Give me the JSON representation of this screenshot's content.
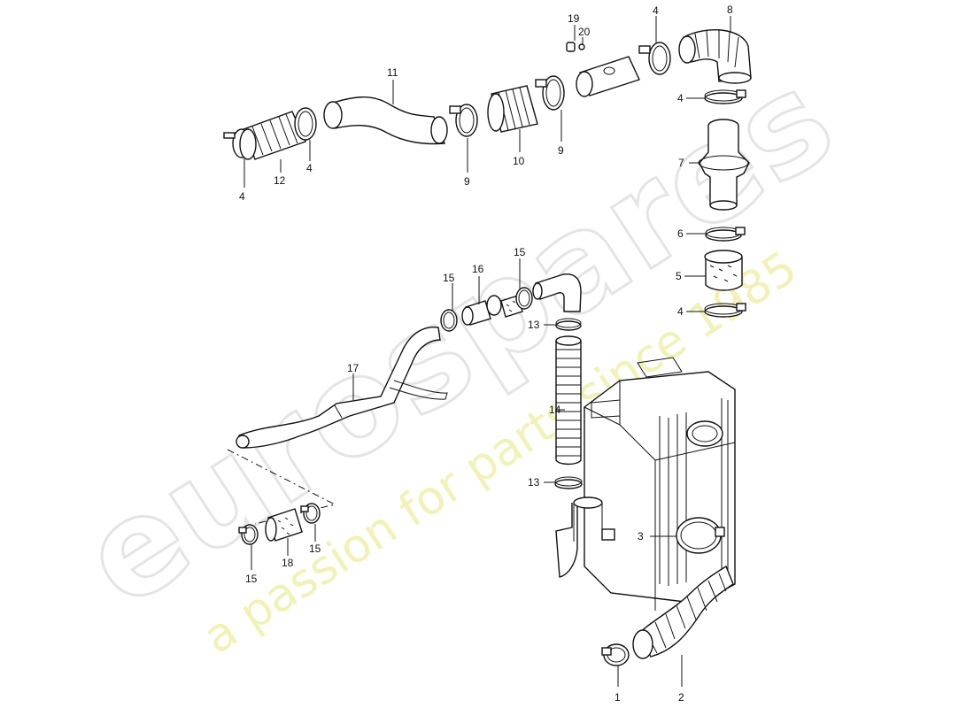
{
  "watermark": {
    "brand": "eurospares",
    "tagline": "a passion for parts since 1985"
  },
  "callouts": {
    "n1": "1",
    "n2": "2",
    "n3": "3",
    "n4a": "4",
    "n4b": "4",
    "n4c": "4",
    "n4d": "4",
    "n4e": "4",
    "n5": "5",
    "n6": "6",
    "n7": "7",
    "n8": "8",
    "n9a": "9",
    "n9b": "9",
    "n10": "10",
    "n11": "11",
    "n12": "12",
    "n13a": "13",
    "n13b": "13",
    "n14": "14",
    "n15a": "15",
    "n15b": "15",
    "n15c": "15",
    "n15d": "15",
    "n16": "16",
    "n17": "17",
    "n18": "18",
    "n19": "19",
    "n20": "20"
  }
}
